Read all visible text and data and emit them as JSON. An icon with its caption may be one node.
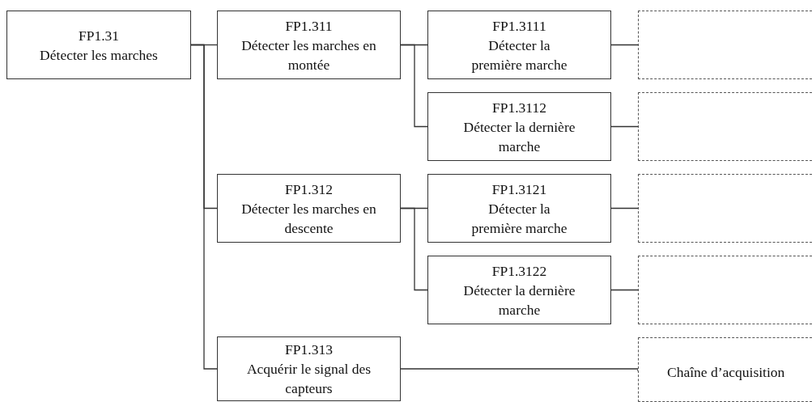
{
  "diagram": {
    "nodes": [
      {
        "text": [
          "FP1.31",
          "Détecter les marches"
        ]
      },
      {
        "text": [
          "FP1.311",
          "Détecter les marches en montée"
        ]
      },
      {
        "text": [
          "FP1.3111",
          "Détecter la première marche"
        ]
      },
      {
        "text": [],
        "shape": "box"
      },
      {
        "text": [
          "FP1.3112",
          "Détecter la dernière marche"
        ]
      },
      {
        "text": [],
        "shape": "box"
      },
      {
        "text": [
          "FP1.312",
          "Détecter les marches en descente"
        ]
      },
      {
        "text": [
          "FP1.3121",
          "Détecter la première marche"
        ]
      },
      {
        "text": [],
        "shape": "box"
      },
      {
        "text": [
          "FP1.3122",
          "Détecter la dernière marche"
        ]
      },
      {
        "text": [],
        "shape": "box"
      },
      {
        "text": [
          "FP1.313",
          "Acquérir le signal des capteurs"
        ]
      },
      {
        "text": [
          "Chaîne d’acquisition"
        ]
      }
    ],
    "edges": [
      {
        "from": 0,
        "to": 1,
        "arrow": "none"
      },
      {
        "from": 0,
        "to": 6,
        "arrow": "none"
      },
      {
        "from": 0,
        "to": 11,
        "arrow": "none"
      },
      {
        "from": 1,
        "to": 2,
        "arrow": "none"
      },
      {
        "from": 1,
        "to": 4,
        "arrow": "none"
      },
      {
        "from": 2,
        "to": 3,
        "arrow": "none"
      },
      {
        "from": 4,
        "to": 5,
        "arrow": "none"
      },
      {
        "from": 6,
        "to": 7,
        "arrow": "none"
      },
      {
        "from": 6,
        "to": 9,
        "arrow": "none"
      },
      {
        "from": 7,
        "to": 8,
        "arrow": "none"
      },
      {
        "from": 9,
        "to": 10,
        "arrow": "none"
      },
      {
        "from": 11,
        "to": 12,
        "arrow": "none"
      }
    ]
  }
}
